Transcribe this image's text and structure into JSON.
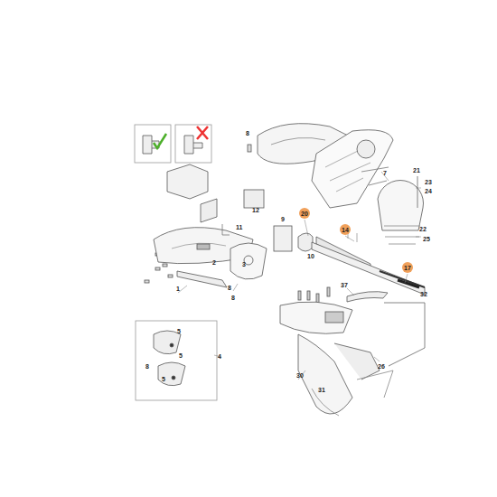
{
  "diagram": {
    "nodes": [
      {
        "text": [
          "20"
        ]
      },
      {
        "text": [
          "14"
        ]
      },
      {
        "text": [
          "17"
        ]
      }
    ],
    "labels": [
      "8",
      "7",
      "21",
      "23",
      "24",
      "22",
      "25",
      "12",
      "9",
      "11",
      "2",
      "3",
      "10",
      "1",
      "8",
      "8",
      "37",
      "32",
      "5",
      "4",
      "5",
      "8",
      "5",
      "30",
      "31",
      "26"
    ]
  }
}
